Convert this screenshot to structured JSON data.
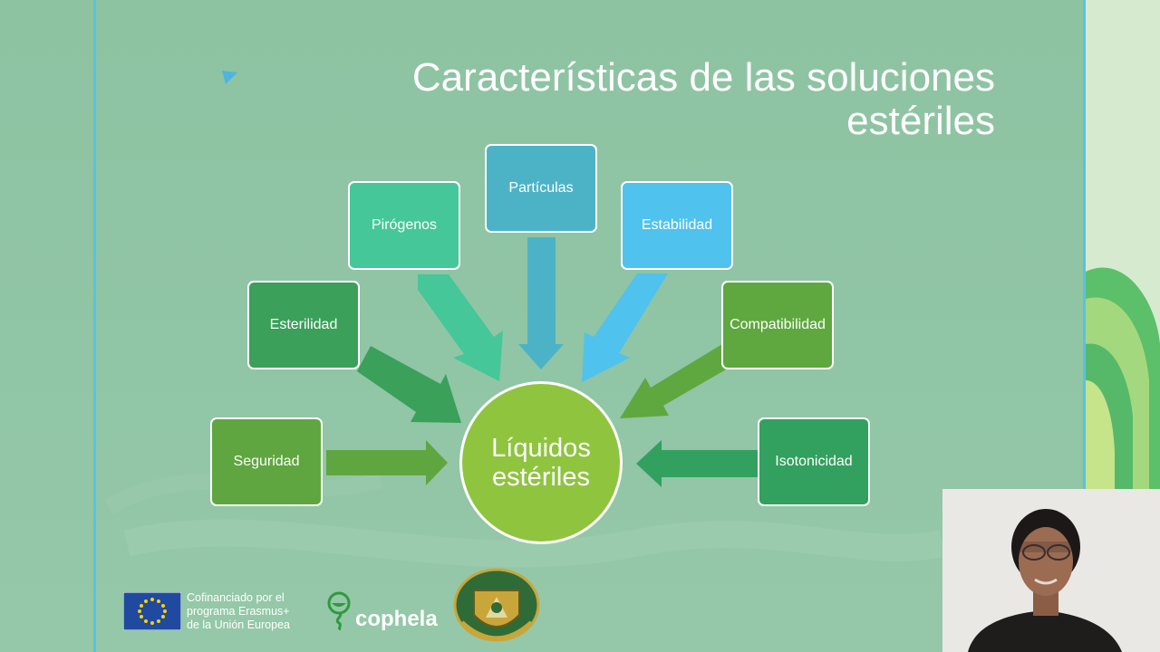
{
  "slide": {
    "title_line1": "Características de las soluciones",
    "title_line2": "estériles"
  },
  "diagram": {
    "center": {
      "line1": "Líquidos",
      "line2": "estériles",
      "color": "#8fc43f"
    },
    "nodes": [
      {
        "label": "Seguridad",
        "color": "#5fa640"
      },
      {
        "label": "Esterilidad",
        "color": "#3aa05a"
      },
      {
        "label": "Pirógenos",
        "color": "#45c79a"
      },
      {
        "label": "Partículas",
        "color": "#4cb3c7"
      },
      {
        "label": "Estabilidad",
        "color": "#4fc2ee"
      },
      {
        "label": "Compatibilidad",
        "color": "#5ea83f"
      },
      {
        "label": "Isotonicidad",
        "color": "#32a05e"
      }
    ]
  },
  "footer": {
    "eu_text_line1": "Cofinanciado por el",
    "eu_text_line2": "programa Erasmus+",
    "eu_text_line3": "de la Unión Europea",
    "cophela_logo": "cophela"
  },
  "icons": [
    "eu-flag-icon",
    "cophela-logo-icon",
    "university-seal-icon",
    "presenter-video"
  ]
}
